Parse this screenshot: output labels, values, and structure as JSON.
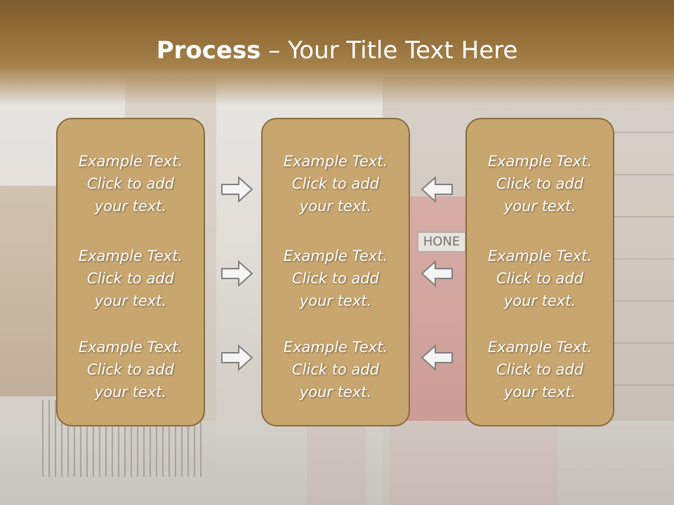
{
  "slide": {
    "title_bold": "Process",
    "title_rest": " – Your Title Text Here",
    "background_sign": "HONE",
    "panels": [
      {
        "blocks": [
          {
            "line1": "Example Text.",
            "line2": "Click  to add",
            "line3": "your text."
          },
          {
            "line1": "Example Text.",
            "line2": "Click  to add",
            "line3": "your text."
          },
          {
            "line1": "Example Text.",
            "line2": "Click  to add",
            "line3": "your text."
          }
        ]
      },
      {
        "blocks": [
          {
            "line1": "Example Text.",
            "line2": "Click  to add",
            "line3": "your text."
          },
          {
            "line1": "Example Text.",
            "line2": "Click  to add",
            "line3": "your text."
          },
          {
            "line1": "Example Text.",
            "line2": "Click  to add",
            "line3": "your text."
          }
        ]
      },
      {
        "blocks": [
          {
            "line1": "Example Text.",
            "line2": "Click  to add",
            "line3": "your text."
          },
          {
            "line1": "Example Text.",
            "line2": "Click  to add",
            "line3": "your text."
          },
          {
            "line1": "Example Text.",
            "line2": "Click  to add",
            "line3": "your text."
          }
        ]
      }
    ],
    "arrows": [
      {
        "icon": "arrow-right-icon"
      },
      {
        "icon": "arrow-right-icon"
      },
      {
        "icon": "arrow-right-icon"
      },
      {
        "icon": "arrow-left-icon"
      },
      {
        "icon": "arrow-left-icon"
      },
      {
        "icon": "arrow-left-icon"
      }
    ],
    "colors": {
      "banner": "#946f39",
      "panel_fill": "#c8a66f",
      "panel_border": "#8a6a3c",
      "text": "#ffffff"
    }
  }
}
